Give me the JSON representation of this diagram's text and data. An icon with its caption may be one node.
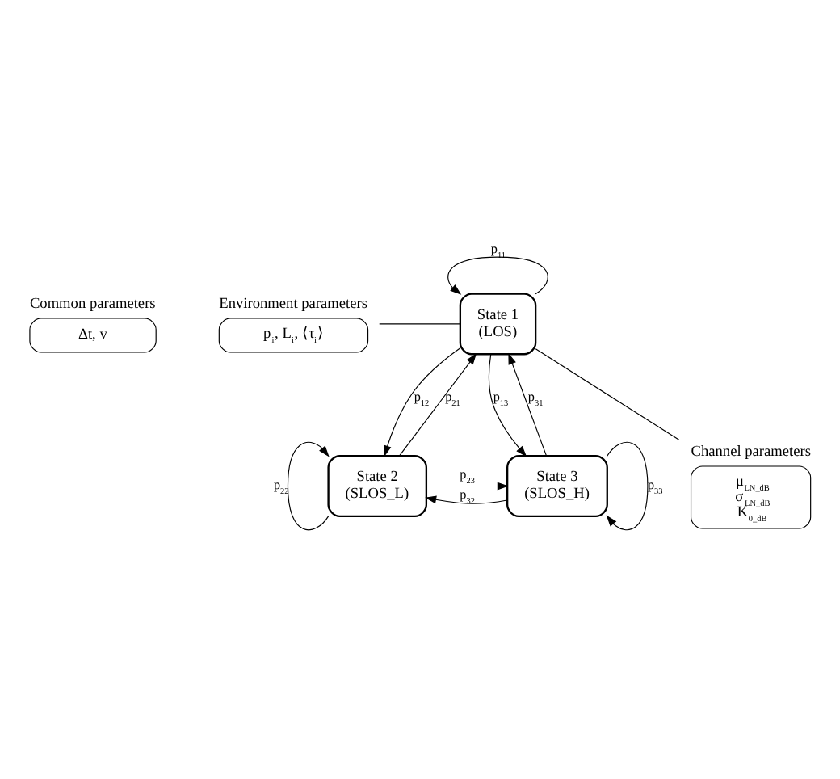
{
  "diagram": {
    "nodes": [
      {
        "text": [
          "State 1",
          "(LOS)"
        ]
      },
      {
        "text": [
          "State 2",
          "(SLOS_L)"
        ]
      },
      {
        "text": [
          "State 3",
          "(SLOS_H)"
        ]
      },
      {
        "text": [
          "Common parameters",
          "Δt, v"
        ]
      },
      {
        "text": [
          "Environment parameters",
          "p$_{i}$, L$_{i}$, ⟨τ$_{i}$⟩"
        ]
      },
      {
        "text": [
          "Channel parameters",
          "μ$_{LN_dB}$",
          "σ$_{LN_dB}$",
          "K$_{0_dB}$"
        ]
      }
    ],
    "edges": [
      {
        "from": 0,
        "to": 0,
        "arrow": "to",
        "label": "p$_{11}$"
      },
      {
        "from": 1,
        "to": 0,
        "arrow": "to",
        "label": "p$_{21}$"
      },
      {
        "from": 0,
        "to": 1,
        "arrow": "to",
        "label": "p$_{12}$"
      },
      {
        "from": 0,
        "to": 2,
        "arrow": "to",
        "label": "p$_{13}$"
      },
      {
        "from": 2,
        "to": 0,
        "arrow": "to",
        "label": "p$_{31}$"
      },
      {
        "from": 1,
        "to": 1,
        "arrow": "to",
        "label": "p$_{22}$"
      },
      {
        "from": 2,
        "to": 2,
        "arrow": "to",
        "label": "p$_{33}$"
      },
      {
        "from": 1,
        "to": 2,
        "arrow": "to",
        "label": "p$_{23}$"
      },
      {
        "from": 2,
        "to": 1,
        "arrow": "to",
        "label": "p$_{32}$"
      },
      {
        "from": 4,
        "to": 0,
        "arrow": "none"
      },
      {
        "from": 5,
        "to": 0,
        "arrow": "none"
      }
    ]
  }
}
